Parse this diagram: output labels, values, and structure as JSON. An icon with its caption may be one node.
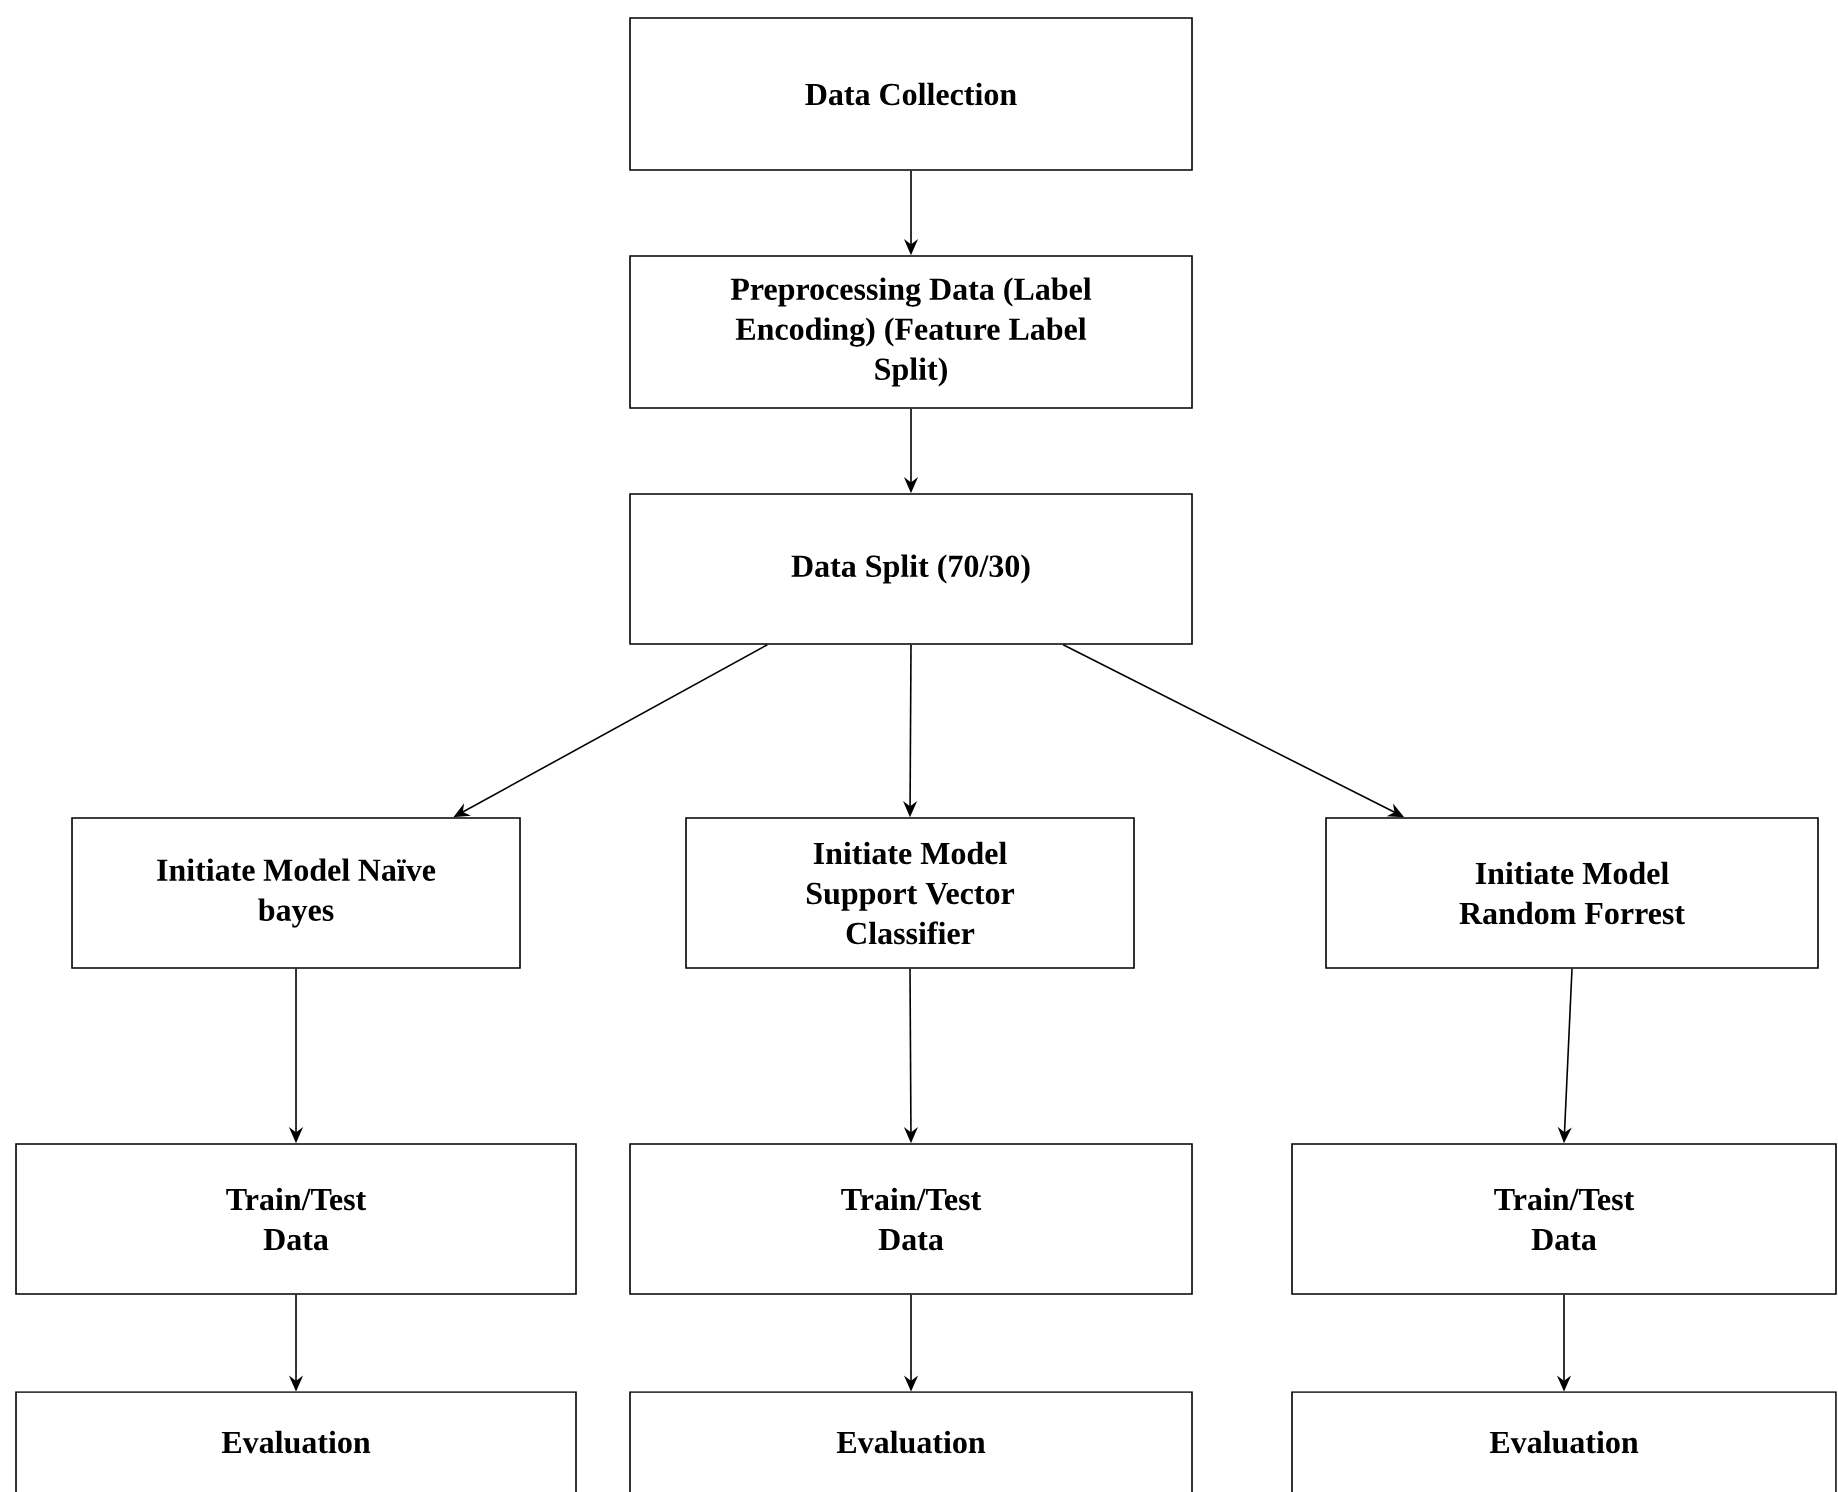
{
  "diagram": {
    "nodes": [
      {
        "text": [
          "Data Collection"
        ]
      },
      {
        "text": [
          "Preprocessing Data (Label Encoding) (Feature Label Split)"
        ]
      },
      {
        "text": [
          "Data Split (70/30)"
        ]
      },
      {
        "text": [
          "Initiate Model Naïve bayes"
        ]
      },
      {
        "text": [
          "Initiate Model Support Vector Classifier"
        ]
      },
      {
        "text": [
          "Initiate Model Random Forrest"
        ]
      },
      {
        "text": [
          "Train/Test Data"
        ]
      },
      {
        "text": [
          "Train/Test Data"
        ]
      },
      {
        "text": [
          "Train/Test Data"
        ]
      },
      {
        "text": [
          "Evaluation"
        ]
      },
      {
        "text": [
          "Evaluation"
        ]
      },
      {
        "text": [
          "Evaluation"
        ]
      }
    ],
    "edges": [
      {
        "from": 0,
        "to": 1,
        "arrow": "to"
      },
      {
        "from": 1,
        "to": 2,
        "arrow": "to"
      },
      {
        "from": 2,
        "to": 3,
        "arrow": "to"
      },
      {
        "from": 2,
        "to": 4,
        "arrow": "to"
      },
      {
        "from": 2,
        "to": 5,
        "arrow": "to"
      },
      {
        "from": 3,
        "to": 6,
        "arrow": "to"
      },
      {
        "from": 4,
        "to": 7,
        "arrow": "to"
      },
      {
        "from": 5,
        "to": 8,
        "arrow": "to"
      },
      {
        "from": 6,
        "to": 9,
        "arrow": "to"
      },
      {
        "from": 7,
        "to": 10,
        "arrow": "to"
      },
      {
        "from": 8,
        "to": 11,
        "arrow": "to"
      }
    ]
  }
}
